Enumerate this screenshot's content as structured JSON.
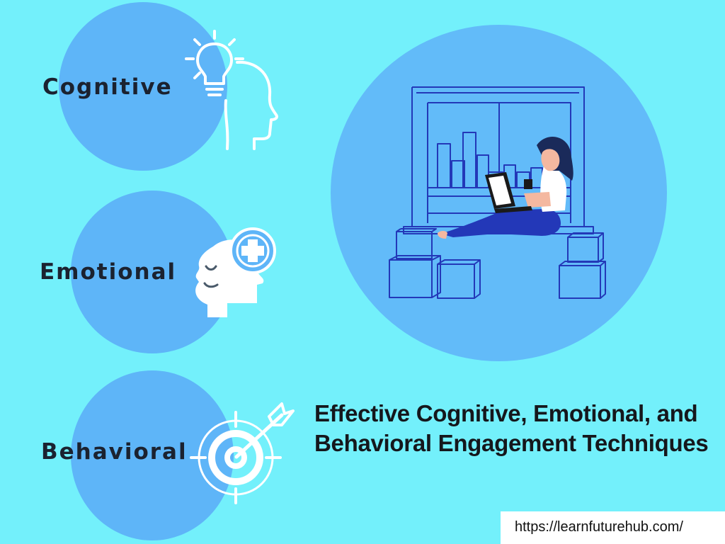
{
  "categories": {
    "cognitive": "Cognitive",
    "emotional": "Emotional",
    "behavioral": "Behavioral"
  },
  "headline": {
    "line1": "Effective Cognitive, Emotional, and",
    "line2": "Behavioral Engagement Techniques"
  },
  "footer": {
    "url": "https://learnfuturehub.com/"
  },
  "icons": {
    "cognitive": "lightbulb-head-icon",
    "emotional": "face-plus-icon",
    "behavioral": "target-arrow-icon",
    "illustration": "woman-laptop-window-illustration"
  },
  "colors": {
    "background": "#73F0FB",
    "circle": "#5EB5F8",
    "big_circle": "#62BBF9",
    "line_art": "#2338B8",
    "text": "#1B2230"
  }
}
